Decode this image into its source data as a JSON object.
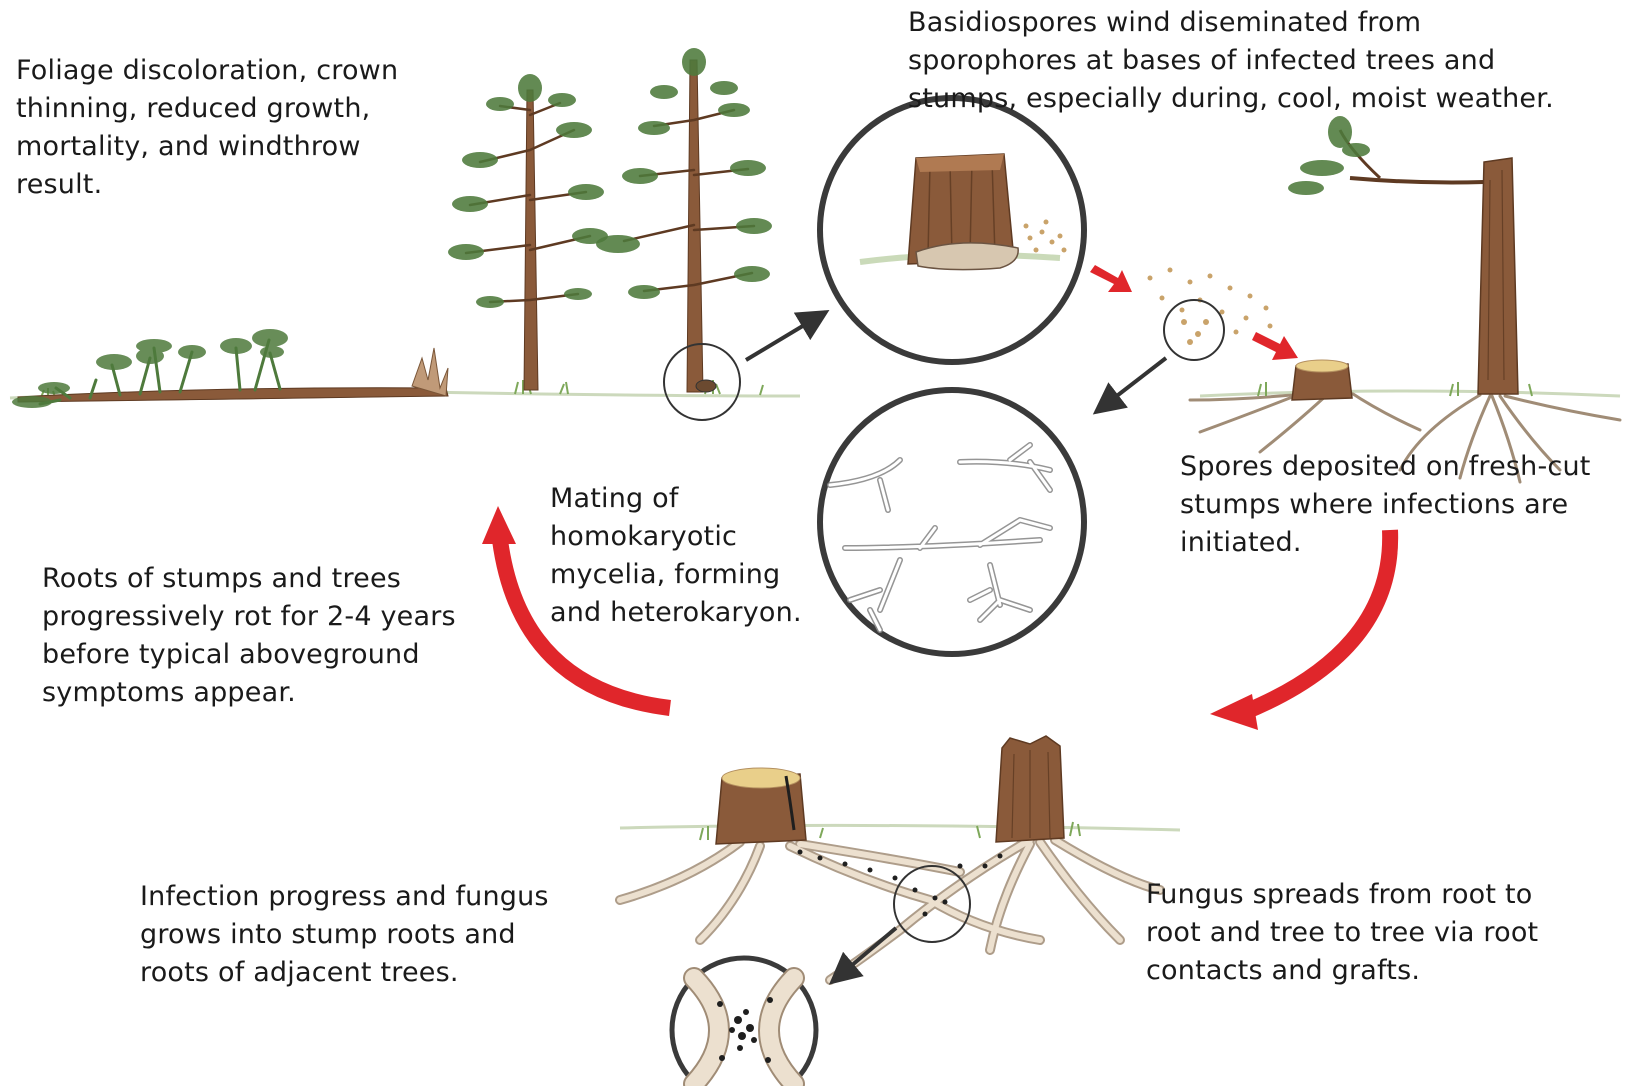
{
  "captions": {
    "foliage": "Foliage discoloration, crown\nthinning, reduced growth,\nmortality, and windthrow\nresult.",
    "basidiospores": "Basidiospores wind diseminated from\nsporophores at bases of infected trees and\nstumps, especially during, cool, moist weather.",
    "spores_deposited": "Spores deposited on fresh-cut\nstumps where infections are\ninitiated.",
    "mating": "Mating of\nhomokaryotic\nmycelia, forming\nand heterokaryon.",
    "roots_rot": "Roots of stumps and trees\nprogressively rot for 2-4 years\nbefore typical aboveground\nsymptoms appear.",
    "infection": "Infection progress and fungus\ngrows into stump roots and\nroots of adjacent trees.",
    "fungus_spreads": "Fungus spreads from root to\nroot and tree to tree via root\ncontacts and grafts."
  },
  "colors": {
    "cycle_arrow": "#e0262b",
    "pointer_arrow": "#333333",
    "circle_outline": "#3a3a3a",
    "bark": "#8a5a3a",
    "bark_dark": "#5e3a22",
    "foliage": "#4e7a3c",
    "grass": "#7ea85a",
    "cut_top": "#e9cf8a",
    "root": "#ece0cf",
    "root_edge": "#a08c76",
    "rot": "#1f1f1f",
    "hyphae": "#888888",
    "spore": "#c9a36a"
  }
}
